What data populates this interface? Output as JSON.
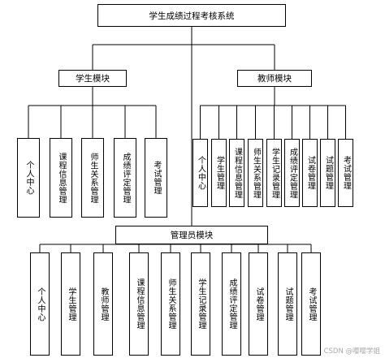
{
  "root": {
    "label": "学生成绩过程考核系统"
  },
  "student_module": {
    "label": "学生模块",
    "items": [
      "个人中心",
      "课程信息管理",
      "师生关系管理",
      "成绩评定管理",
      "考试管理"
    ]
  },
  "teacher_module": {
    "label": "教师模块",
    "items": [
      "个人中心",
      "学生管理",
      "课程信息管理",
      "师生关系管理",
      "学生记录管理",
      "成绩评定管理",
      "试卷管理",
      "试题管理",
      "考试管理"
    ]
  },
  "admin_module": {
    "label": "管理员模块",
    "items": [
      "个人中心",
      "学生管理",
      "教师管理",
      "课程信息管理",
      "师生关系管理",
      "学生记录管理",
      "成绩评定管理",
      "试卷管理",
      "试题管理",
      "考试管理"
    ]
  },
  "watermark": "CSDN @嘤嘤学姐"
}
